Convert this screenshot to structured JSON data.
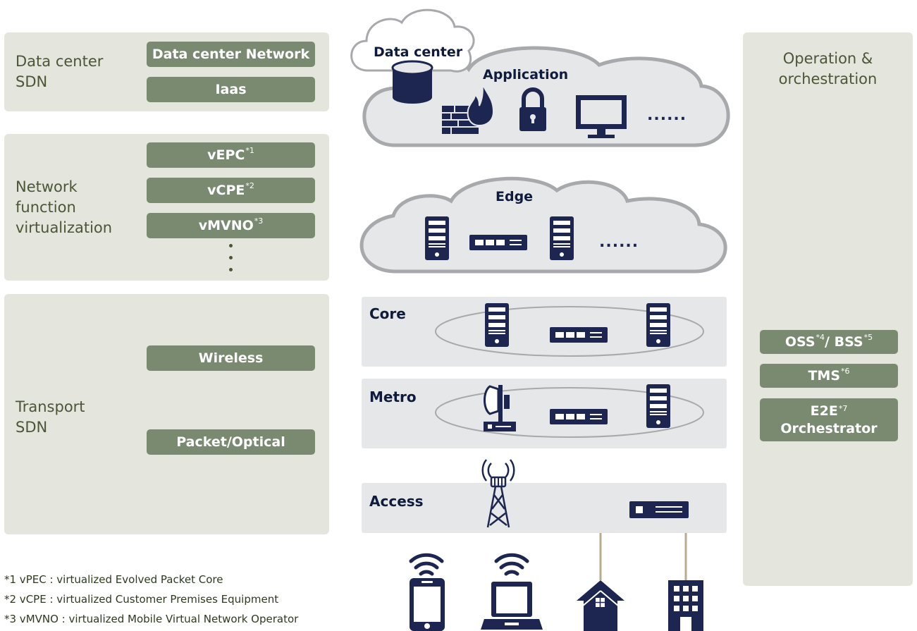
{
  "left": {
    "datacenter_sdn": {
      "label": "Data center\nSDN",
      "pills": [
        "Data center Network",
        "Iaas"
      ]
    },
    "nfv": {
      "label": "Network\nfunction\nvirtualization",
      "pills": [
        {
          "text": "vEPC",
          "note": "*1"
        },
        {
          "text": "vCPE",
          "note": "*2"
        },
        {
          "text": "vMVNO",
          "note": "*3"
        }
      ]
    },
    "transport_sdn": {
      "label": "Transport\nSDN",
      "pills": [
        "Wireless",
        "Packet/Optical"
      ]
    }
  },
  "center": {
    "datacenter_title": "Data center",
    "application_title": "Application",
    "app_ellipsis": "......",
    "edge_title": "Edge",
    "edge_ellipsis": "......",
    "layers": [
      "Core",
      "Metro",
      "Access"
    ]
  },
  "right": {
    "title": "Operation &\norchestration",
    "pills": [
      {
        "text": "OSS",
        "note": "*4",
        "text2": " / BSS",
        "note2": "*5"
      },
      {
        "text": "TMS",
        "note": "*6"
      },
      {
        "text": "E2E",
        "note": "*7",
        "line2": "Orchestrator"
      }
    ]
  },
  "footnotes": [
    "*1  vPEC : virtualized Evolved Packet Core",
    "*2  vCPE : virtualized Customer Premises Equipment",
    "*3  vMVNO : virtualized Mobile Virtual Network Operator"
  ],
  "colors": {
    "panel": "#e4e6de",
    "pill": "#7a8a70",
    "navy": "#1c2650",
    "cloud": "#e6e7e8",
    "cloud_stroke": "#a7a9ac"
  },
  "icons": [
    "database-icon",
    "firewall-icon",
    "lock-icon",
    "monitor-icon",
    "server-icon",
    "switch-icon",
    "antenna-icon",
    "tower-icon",
    "smartphone-icon",
    "laptop-icon",
    "house-icon",
    "building-icon",
    "wifi-icon"
  ]
}
